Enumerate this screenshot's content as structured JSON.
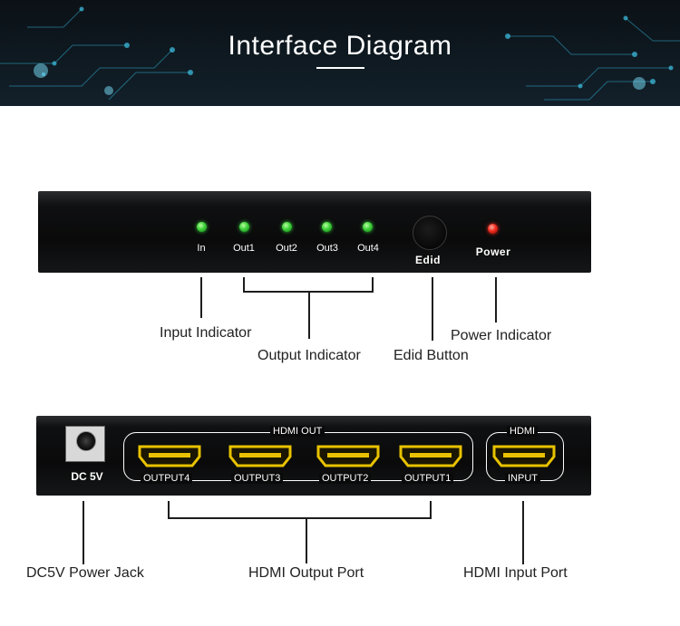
{
  "banner": {
    "title": "Interface Diagram"
  },
  "front_panel": {
    "leds": [
      {
        "label": "In",
        "color": "#37c43a"
      },
      {
        "label": "Out1",
        "color": "#37c43a"
      },
      {
        "label": "Out2",
        "color": "#37c43a"
      },
      {
        "label": "Out3",
        "color": "#37c43a"
      },
      {
        "label": "Out4",
        "color": "#37c43a"
      }
    ],
    "edid_label": "Edid",
    "power_label": "Power",
    "power_color": "#e0281c"
  },
  "rear_panel": {
    "dc_label": "DC 5V",
    "hdmi_out_label": "HDMI OUT",
    "outputs": [
      "OUTPUT4",
      "OUTPUT3",
      "OUTPUT2",
      "OUTPUT1"
    ],
    "hdmi_label": "HDMI",
    "input_label": "INPUT",
    "port_color": "#e8c200"
  },
  "callouts": {
    "input_indicator": "Input Indicator",
    "output_indicator": "Output Indicator",
    "edid_button": "Edid Button",
    "power_indicator": "Power Indicator",
    "dc5v_power_jack": "DC5V Power Jack",
    "hdmi_output_port": "HDMI Output Port",
    "hdmi_input_port": "HDMI Input Port"
  }
}
